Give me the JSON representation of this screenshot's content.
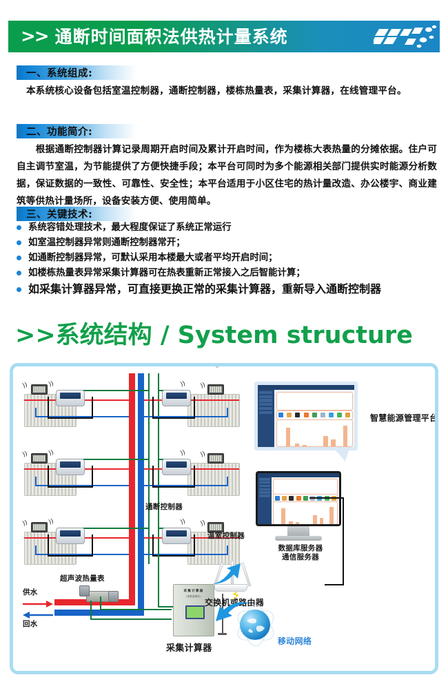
{
  "header": {
    "chevrons": ">>",
    "title": "通断时间面积法供热计量系统",
    "deco": "diagonal-dots-pattern"
  },
  "sections": [
    {
      "heading": "一、系统组成:",
      "body": "本系统核心设备包括室温控制器，通断控制器，楼栋热量表，采集计算器，在线管理平台。"
    },
    {
      "heading": "二、功能简介:",
      "body": "　　根据通断控制器计算记录周期开启时间及累计开启时间，作为楼栋大表热量的分摊依据。住户可自主调节室温，为节能提供了方便快捷手段；本平台可同时为多个能源相关部门提供实时能源分析数据，保证数据的一致性、可靠性、安全性；本平台适用于小区住宅的热计量改造、办公楼宇、商业建筑等供热计量场所，设备安装方便、使用简单。"
    },
    {
      "heading": "三、关键技术:",
      "bullets": [
        "系统容错处理技术，最大程度保证了系统正常运行",
        "如室温控制器异常则通断控制器常开；",
        "如通断控制器异常，可默认采用本楼最大或者平均开启时间；",
        "如楼栋热量表异常采集计算器可在热表重新正常接入之后智能计算；",
        "如采集计算器异常，可直接更换正常的采集计算器，重新导入通断控制器"
      ]
    }
  ],
  "structure_title": ">>系统结构 / System structure",
  "diagram": {
    "labels": {
      "break_controller": "通断控制器",
      "room_thermostat": "温室控制器",
      "ultrasonic_heat_meter": "超声波热量表",
      "supply_water": "供水",
      "return_water": "回水",
      "collector_computer": "采集计算器",
      "smart_energy_platform": "智慧能源管理平台",
      "database_server": "数据库服务器",
      "communication_server": "通信服务器",
      "switch_or_router": "交换机或路由器",
      "mobile_network": "移动网络"
    },
    "cabinet": {
      "title": "采集计算器",
      "subtitle": "(带数据储存)"
    }
  },
  "colors": {
    "banner_green": "#0a9d4e",
    "banner_blue": "#1b86c6",
    "section_bar_blue": "#1479c4",
    "bullet_blue": "#1b84d6",
    "title_green": "#12a04b",
    "supply_red": "#e8262d",
    "return_blue": "#1763c7",
    "signal_green": "#0f7a3d",
    "panel_border": "#a8dcf2",
    "mobile_network_text": "#2f86d8"
  }
}
